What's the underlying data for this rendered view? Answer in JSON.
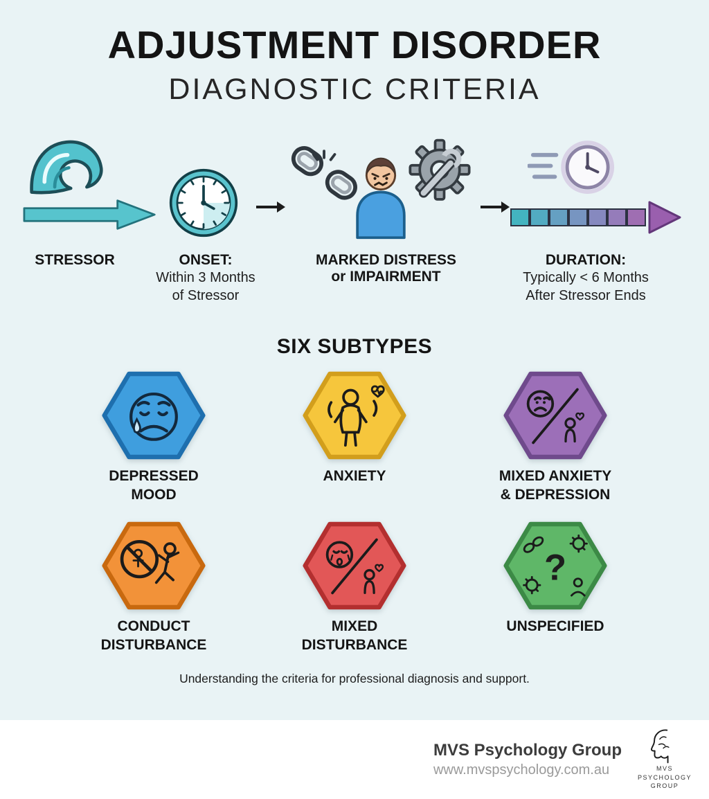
{
  "header": {
    "title": "ADJUSTMENT DISORDER",
    "subtitle": "DIAGNOSTIC CRITERIA"
  },
  "flow": {
    "steps": [
      {
        "title": "STRESSOR",
        "icon": "wave-stressor-icon"
      },
      {
        "title": "ONSET:",
        "line1": "Within 3 Months",
        "line2": "of Stressor",
        "icon": "clock-icon"
      },
      {
        "title": "MARKED DISTRESS",
        "title2": "or IMPAIRMENT",
        "icon": "broken-chain-person-gear-icon"
      },
      {
        "title": "DURATION:",
        "line1": "Typically < 6 Months",
        "line2": "After Stressor Ends",
        "icon": "speed-clock-timeline-icon"
      }
    ]
  },
  "subtypes": {
    "heading": "SIX SUBTYPES",
    "items": [
      {
        "line1": "DEPRESSED",
        "line2": "MOOD",
        "fill": "#3f9ede",
        "border": "#1e6fae",
        "icon": "sad-face-tear-icon"
      },
      {
        "line1": "ANXIETY",
        "line2": "",
        "fill": "#f6c63c",
        "border": "#d29e1c",
        "icon": "anxious-person-heart-icon"
      },
      {
        "line1": "MIXED ANXIETY",
        "line2": "& DEPRESSION",
        "fill": "#9c6fb8",
        "border": "#6f4a8c",
        "icon": "sad-face-and-person-heart-icon"
      },
      {
        "line1": "CONDUCT",
        "line2": "DISTURBANCE",
        "fill": "#f29239",
        "border": "#c8690f",
        "icon": "prohibited-person-icon"
      },
      {
        "line1": "MIXED",
        "line2": "DISTURBANCE",
        "fill": "#e25757",
        "border": "#b32f2f",
        "icon": "crying-face-and-person-heart-icon"
      },
      {
        "line1": "UNSPECIFIED",
        "line2": "",
        "fill": "#5fb768",
        "border": "#3c8a46",
        "glyph": "?",
        "icon": "question-mark-icon"
      }
    ]
  },
  "caption": "Understanding the criteria for professional diagnosis and support.",
  "footer": {
    "brand": "MVS Psychology Group",
    "url": "www.mvspsychology.com.au",
    "logo": {
      "line1": "MVS",
      "line2": "PSYCHOLOGY",
      "line3": "GROUP"
    }
  },
  "colors": {
    "background": "#e9f3f5",
    "accent_teal": "#57c4cd",
    "timeline_start": "#43b4c0",
    "timeline_end": "#9a5fae",
    "text": "#1b1b1b"
  }
}
